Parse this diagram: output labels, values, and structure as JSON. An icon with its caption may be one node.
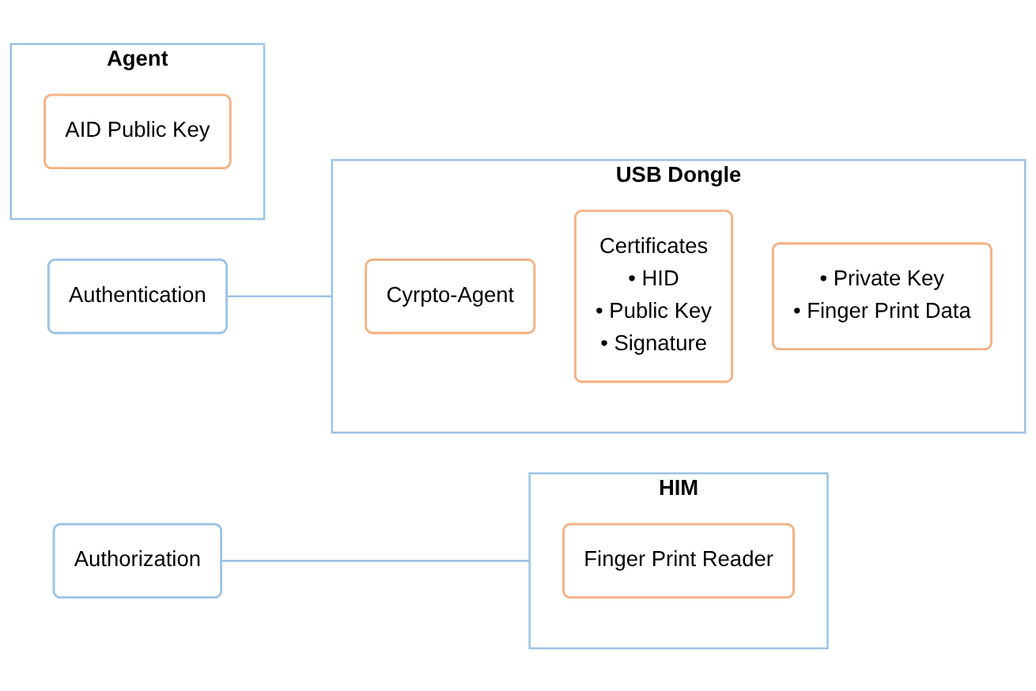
{
  "diagram": {
    "nodes": [
      {
        "text": [
          "Agent"
        ]
      },
      {
        "text": [
          "AID Public Key"
        ],
        "in": 0
      },
      {
        "text": [
          "USB Dongle"
        ]
      },
      {
        "text": [
          "Cyrpto-Agent"
        ],
        "in": 2
      },
      {
        "text": [
          "Certificates",
          "• HID",
          "• Public Key",
          "• Signature"
        ],
        "in": 2
      },
      {
        "text": [
          "• Private Key",
          "• Finger Print Data"
        ],
        "in": 2
      },
      {
        "text": [
          "HIM"
        ]
      },
      {
        "text": [
          "Finger Print Reader"
        ],
        "in": 6
      },
      {
        "text": [
          "Authentication"
        ]
      },
      {
        "text": [
          "Authorization"
        ]
      }
    ],
    "edges": [
      {
        "from": 8,
        "to": 2,
        "arrow": "none"
      },
      {
        "from": 9,
        "to": 6,
        "arrow": "none"
      }
    ]
  }
}
